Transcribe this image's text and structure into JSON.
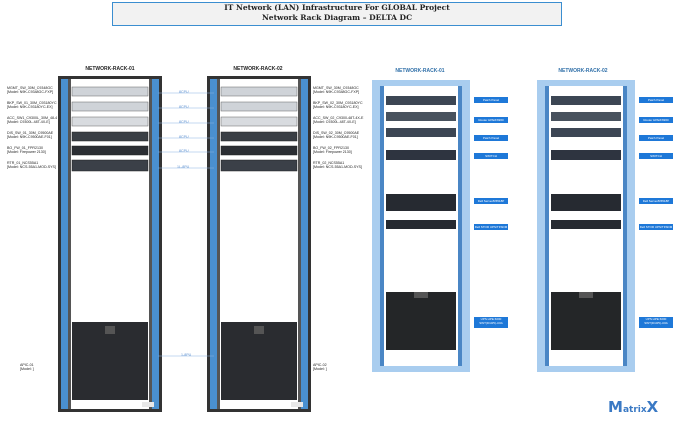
{
  "title": {
    "line1": "IT Network (LAN) Infrastructure For GLOBAL Project",
    "line2": "Network Rack Diagram – DELTA DC"
  },
  "left_view": {
    "rack1_label": "NETWORK-RACK-01",
    "rack2_label": "NETWORK-RACK-02",
    "rack1_devices": [
      {
        "name": "MGMT_SW_30M_C9348GC",
        "model": "[Model: N9K-C9348GC-FXP]"
      },
      {
        "name": "BKP_SW_01_30M_C93180YC",
        "model": "[Model: N9K-C93180YC-EX]"
      },
      {
        "name": "ACC_SW1_C9300L_30M_48-4",
        "model": "[Model: C9300L-48T-4X-E]"
      },
      {
        "name": "DIS_SW_01_30M_C9500AE",
        "model": "[Model: N9K-C9500AE-F01]"
      },
      {
        "name": "BO_FW_01_FPR2130",
        "model": "[Model: Firepower 2130]"
      },
      {
        "name": "RTR_01_NCS55A1",
        "model": "[Model: NCS-55A1-MOD-SYS]"
      }
    ],
    "rack2_devices": [
      {
        "name": "MGMT_SW_30M_C9348GC",
        "model": "[Model: N9K-C9348GC-FXP]"
      },
      {
        "name": "BKP_SW_02_30M_C93180YC",
        "model": "[Model: N9K-C93180YC-EX]"
      },
      {
        "name": "ACC_SW_02_C9300-48T-4X-E",
        "model": "[Model: C9300L-48T-4X-E]"
      },
      {
        "name": "DIS_SW_02_30M_C9500AE",
        "model": "[Model: N9K-C9500AE-F01]"
      },
      {
        "name": "BO_FW_02_FPR2130",
        "model": "[Model: Firepower 2130]"
      },
      {
        "name": "RTR_02_NCS55A1",
        "model": "[Model: NCS-55A1-MOD-SYS]"
      }
    ],
    "link_labels": [
      "8CPU",
      "8CPU",
      "8CPU",
      "8CPU",
      "8CPU",
      "1L-8PU"
    ],
    "bottom_link_label": "1-8PU",
    "rack1_bottom": {
      "name": "APIC-01",
      "model": "[Model: ]"
    },
    "rack2_bottom": {
      "name": "APIC-02",
      "model": "[Model: ]"
    }
  },
  "right_view": {
    "rack1_label": "NETWORK-RACK-01",
    "rack2_label": "NETWORK-RACK-02",
    "tags": [
      "Patch Panel",
      "Router HPE/F6960",
      "Patch Panel",
      "SWITCH",
      "Dell Server/R6518P",
      "Dell STOR UPS/TFSDM",
      "UPS HPE 6000 SWT(D10/5)-U0A"
    ]
  },
  "logo": {
    "prefix": "M",
    "text": "atrix",
    "suffix": "X"
  }
}
